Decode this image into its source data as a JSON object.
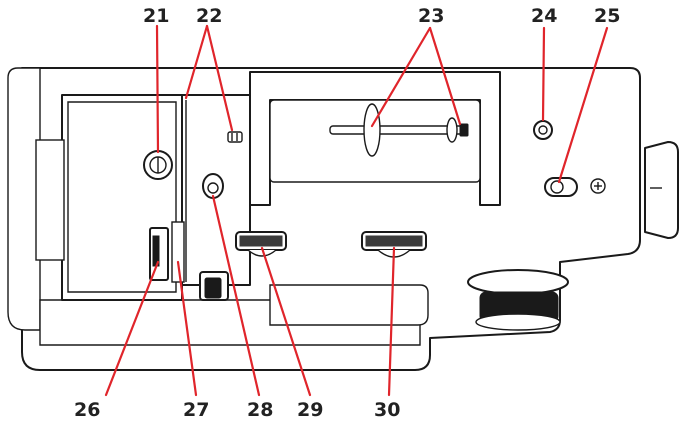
{
  "callouts": {
    "c21": "21",
    "c22": "22",
    "c23": "23",
    "c24": "24",
    "c25": "25",
    "c26": "26",
    "c27": "27",
    "c28": "28",
    "c29": "29",
    "c30": "30"
  },
  "colors": {
    "leader": "#e0252b",
    "outline": "#1a1a1a",
    "label": "#222222"
  }
}
